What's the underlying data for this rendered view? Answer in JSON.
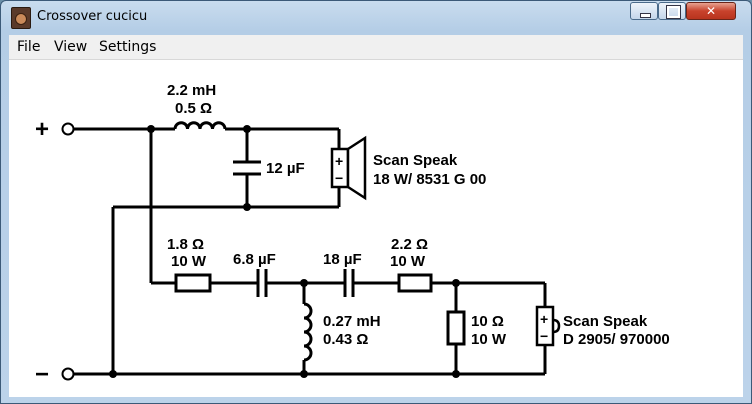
{
  "window": {
    "title": "Crossover cucicu",
    "close_label": "✕"
  },
  "menu": {
    "file": "File",
    "view": "View",
    "settings": "Settings"
  },
  "schematic": {
    "plus": "+",
    "minus": "−",
    "l1": {
      "value": "2.2 mH",
      "resistance": "0.5 Ω"
    },
    "c1": {
      "value": "12 µF"
    },
    "tweeter": {
      "brand": "Scan Speak",
      "model": "18 W/ 8531 G 00"
    },
    "r1": {
      "value": "1.8 Ω",
      "power": "10 W"
    },
    "c2": {
      "value": "6.8 µF"
    },
    "c3": {
      "value": "18 µF"
    },
    "r2": {
      "value": "2.2 Ω",
      "power": "10 W"
    },
    "l2": {
      "value": "0.27 mH",
      "resistance": "0.43 Ω"
    },
    "r3": {
      "value": "10 Ω",
      "power": "10 W"
    },
    "woofer": {
      "brand": "Scan Speak",
      "model": "D 2905/ 970000"
    },
    "polarity_plus": "+",
    "polarity_minus": "−"
  }
}
